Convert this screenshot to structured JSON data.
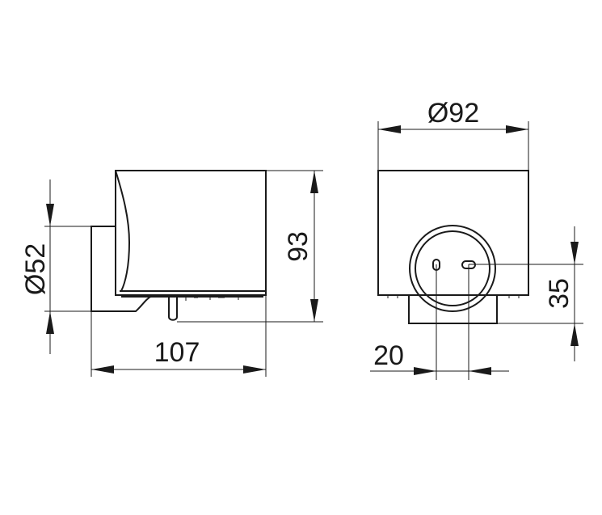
{
  "dimensions": {
    "side_width": "107",
    "side_height": "93",
    "side_diameter": "Ø52",
    "front_diameter": "Ø92",
    "front_hole_height": "35",
    "front_hole_spacing": "20"
  },
  "colors": {
    "ink": "#1a1a1a",
    "background": "#ffffff"
  }
}
